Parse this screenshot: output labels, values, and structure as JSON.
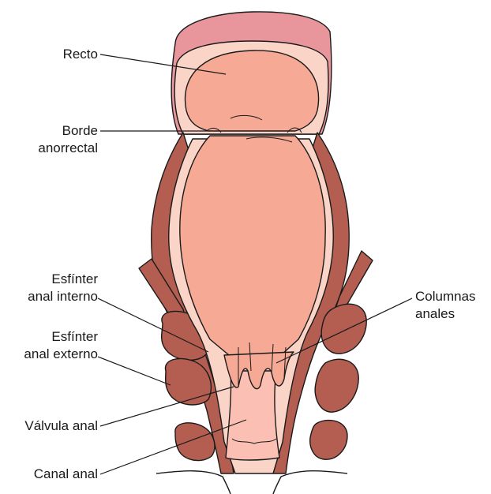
{
  "labels": {
    "recto": "Recto",
    "borde": [
      "Borde",
      "anorrectal"
    ],
    "esfinter_interno": [
      "Esfínter",
      "anal interno"
    ],
    "esfinter_externo": [
      "Esfínter",
      "anal externo"
    ],
    "valvula": "Válvula anal",
    "canal": "Canal anal",
    "columnas": [
      "Columnas",
      "anales"
    ]
  },
  "colors": {
    "lumen": "#f6a994",
    "canal": "#fbc0b3",
    "outer_wall": "#e8969b",
    "wall": "#fbd4c8",
    "muscle": "#b35e50",
    "outline": "#1a1a1a"
  }
}
